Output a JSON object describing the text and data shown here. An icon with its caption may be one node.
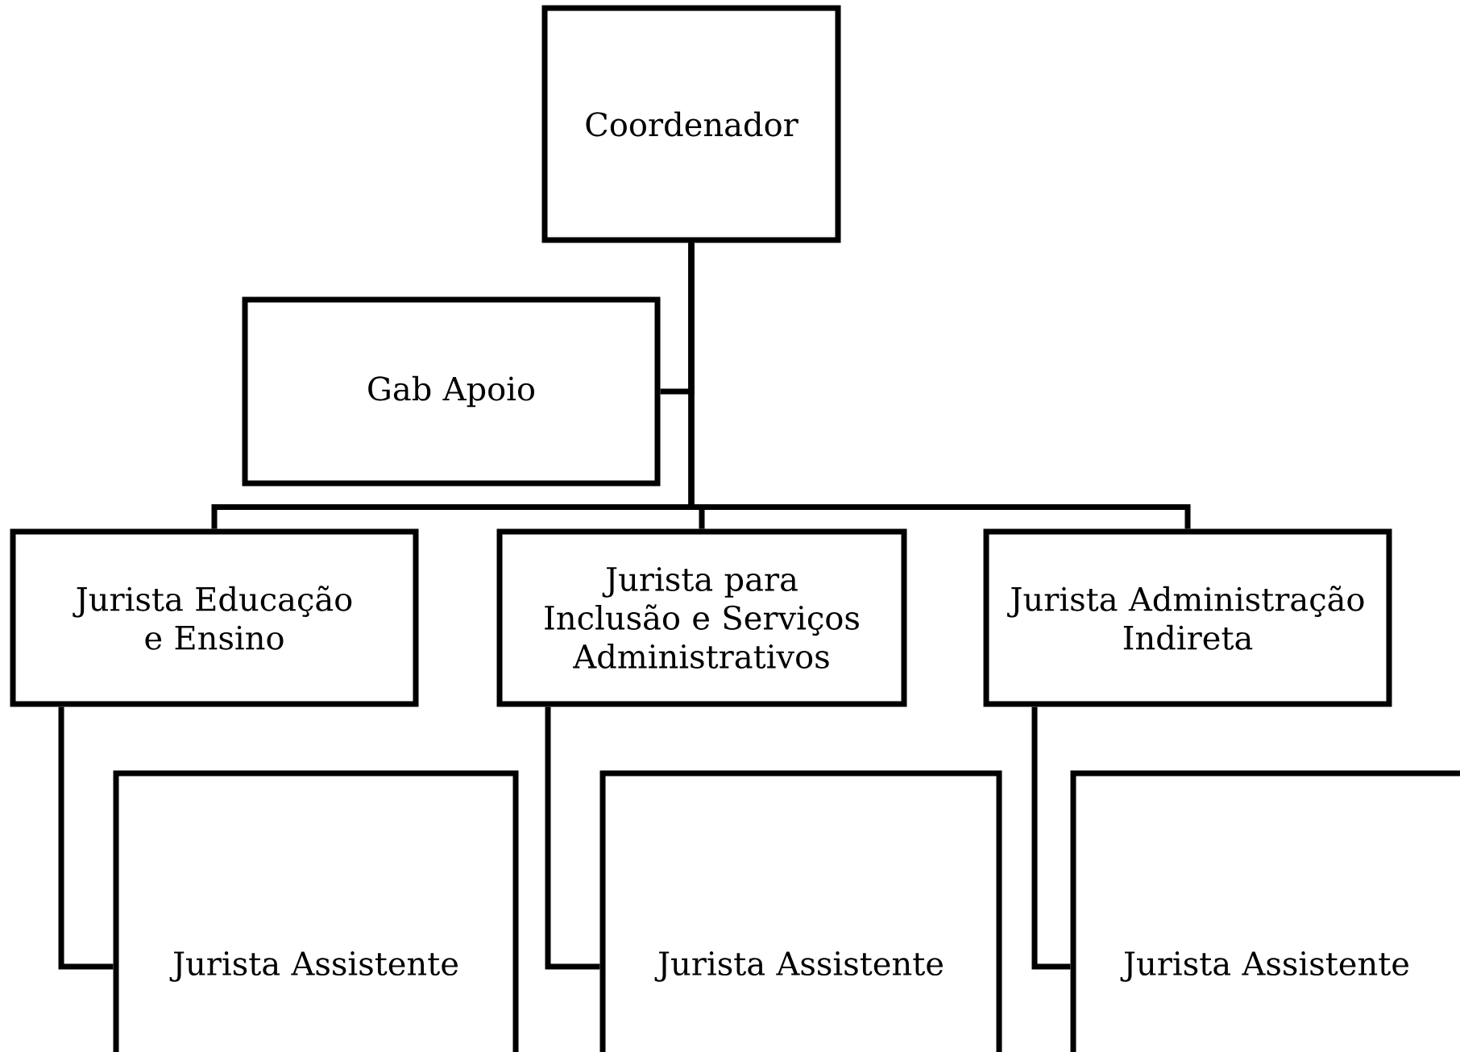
{
  "diagram": {
    "nodes": [
      {
        "text": [
          "Coordenador"
        ]
      },
      {
        "text": [
          "Gab Apoio"
        ]
      },
      {
        "text": [
          "Jurista Educação e Ensino"
        ]
      },
      {
        "text": [
          "Jurista para Inclusão e Serviços Administrativos"
        ]
      },
      {
        "text": [
          "Jurista Administração Indireta"
        ]
      },
      {
        "text": [
          "Jurista Assistente"
        ]
      },
      {
        "text": [
          "Jurista Assistente"
        ]
      },
      {
        "text": [
          "Jurista Assistente"
        ]
      }
    ],
    "edges": [
      {
        "from": 0,
        "to": 1,
        "arrow": "none"
      },
      {
        "from": 0,
        "to": 2,
        "arrow": "none"
      },
      {
        "from": 0,
        "to": 3,
        "arrow": "none"
      },
      {
        "from": 0,
        "to": 4,
        "arrow": "none"
      },
      {
        "from": 2,
        "to": 5,
        "arrow": "none"
      },
      {
        "from": 3,
        "to": 6,
        "arrow": "none"
      },
      {
        "from": 4,
        "to": 7,
        "arrow": "none"
      }
    ]
  }
}
